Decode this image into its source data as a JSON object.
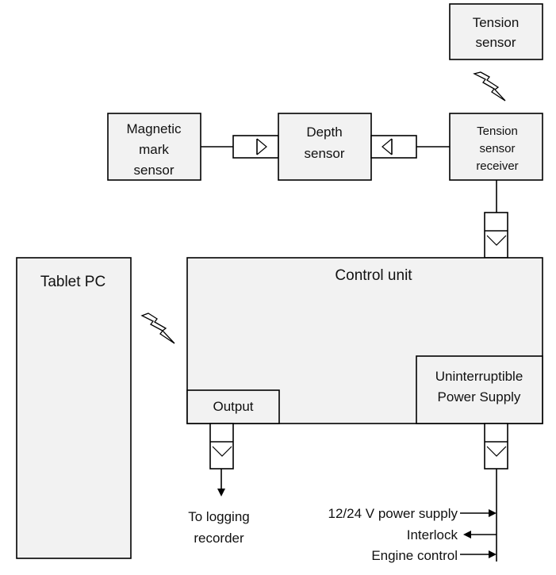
{
  "nodes": {
    "tension_sensor": [
      "Tension",
      "sensor"
    ],
    "magnetic_mark_sensor": [
      "Magnetic",
      "mark",
      "sensor"
    ],
    "depth_sensor": [
      "Depth",
      "sensor"
    ],
    "tension_sensor_receiver": [
      "Tension",
      "sensor",
      "receiver"
    ],
    "tablet_pc": "Tablet PC",
    "control_unit": "Control unit",
    "ups": [
      "Uninterruptible",
      "Power Supply"
    ],
    "output": "Output"
  },
  "signals": {
    "to_logging_recorder": [
      "To logging",
      "recorder"
    ],
    "power_supply": "12/24 V power supply",
    "interlock": "Interlock",
    "engine_control": "Engine control"
  },
  "colors": {
    "box_fill": "#f2f2f2",
    "stroke": "#000000",
    "text": "#111111"
  }
}
